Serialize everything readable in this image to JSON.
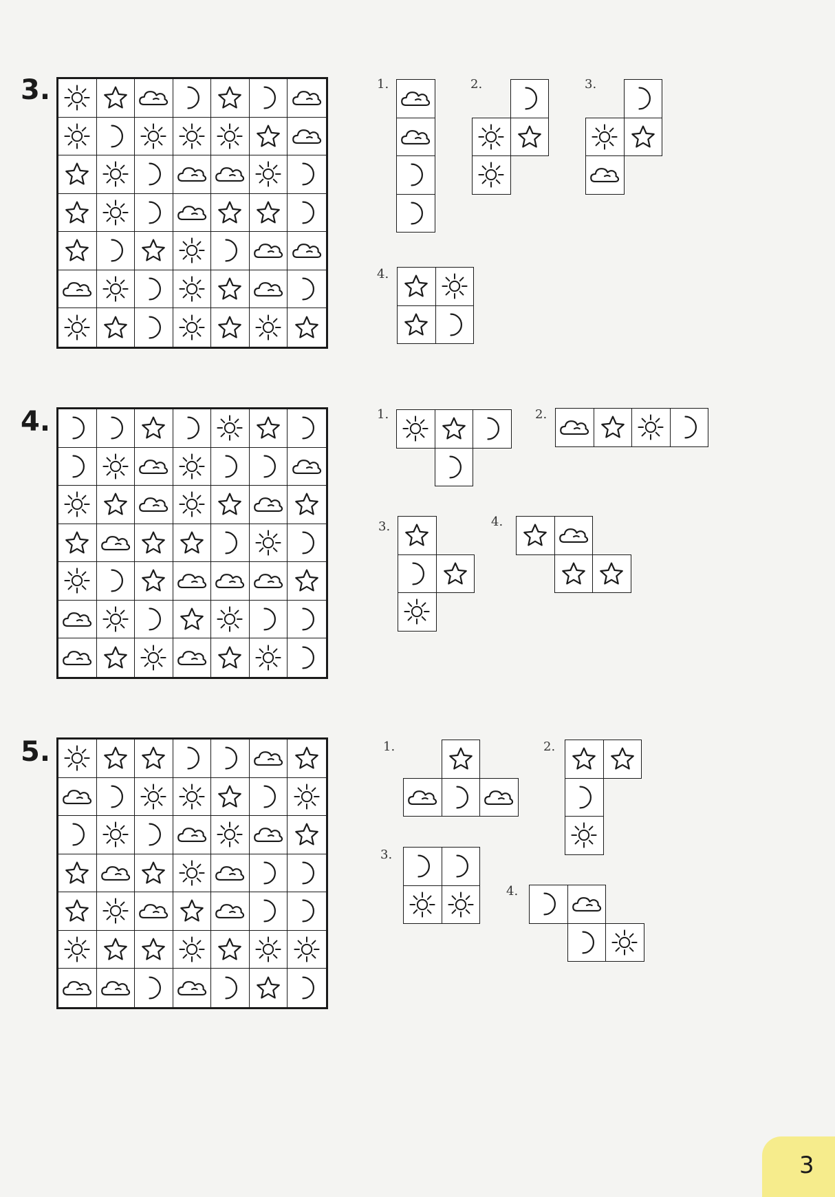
{
  "problems": [
    {
      "number": "3.",
      "grid": [
        [
          "sun",
          "star",
          "cloud",
          "moon",
          "star",
          "moon",
          "cloud"
        ],
        [
          "sun",
          "moon",
          "sun",
          "sun",
          "sun",
          "star",
          "cloud"
        ],
        [
          "star",
          "sun",
          "moon",
          "cloud",
          "cloud",
          "sun",
          "moon"
        ],
        [
          "star",
          "sun",
          "moon",
          "cloud",
          "star",
          "star",
          "moon"
        ],
        [
          "star",
          "moon",
          "star",
          "sun",
          "moon",
          "cloud",
          "cloud"
        ],
        [
          "cloud",
          "sun",
          "moon",
          "sun",
          "star",
          "cloud",
          "moon"
        ],
        [
          "sun",
          "star",
          "moon",
          "sun",
          "star",
          "sun",
          "star"
        ]
      ],
      "pieces": [
        {
          "label": "1.",
          "cells": [
            [
              0,
              0,
              "cloud"
            ],
            [
              1,
              0,
              "cloud"
            ],
            [
              2,
              0,
              "moon"
            ],
            [
              3,
              0,
              "moon"
            ]
          ]
        },
        {
          "label": "2.",
          "cells": [
            [
              0,
              1,
              "moon"
            ],
            [
              1,
              0,
              "sun"
            ],
            [
              1,
              1,
              "star"
            ],
            [
              2,
              0,
              "sun"
            ]
          ]
        },
        {
          "label": "3.",
          "cells": [
            [
              0,
              1,
              "moon"
            ],
            [
              1,
              0,
              "sun"
            ],
            [
              1,
              1,
              "star"
            ],
            [
              2,
              0,
              "cloud"
            ]
          ]
        },
        {
          "label": "4.",
          "cells": [
            [
              0,
              0,
              "star"
            ],
            [
              0,
              1,
              "sun"
            ],
            [
              1,
              0,
              "star"
            ],
            [
              1,
              1,
              "moon"
            ]
          ]
        }
      ]
    },
    {
      "number": "4.",
      "grid": [
        [
          "moon",
          "moon",
          "star",
          "moon",
          "sun",
          "star",
          "moon"
        ],
        [
          "moon",
          "sun",
          "cloud",
          "sun",
          "moon",
          "moon",
          "cloud"
        ],
        [
          "sun",
          "star",
          "cloud",
          "sun",
          "star",
          "cloud",
          "star"
        ],
        [
          "star",
          "cloud",
          "star",
          "star",
          "moon",
          "sun",
          "moon"
        ],
        [
          "sun",
          "moon",
          "star",
          "cloud",
          "cloud",
          "cloud",
          "star"
        ],
        [
          "cloud",
          "sun",
          "moon",
          "star",
          "sun",
          "moon",
          "moon"
        ],
        [
          "cloud",
          "star",
          "sun",
          "cloud",
          "star",
          "sun",
          "moon"
        ]
      ],
      "pieces": [
        {
          "label": "1.",
          "cells": [
            [
              0,
              0,
              "sun"
            ],
            [
              0,
              1,
              "star"
            ],
            [
              0,
              2,
              "moon"
            ],
            [
              1,
              1,
              "moon"
            ]
          ]
        },
        {
          "label": "2.",
          "cells": [
            [
              0,
              0,
              "cloud"
            ],
            [
              0,
              1,
              "star"
            ],
            [
              0,
              2,
              "sun"
            ],
            [
              0,
              3,
              "moon"
            ]
          ]
        },
        {
          "label": "3.",
          "cells": [
            [
              0,
              0,
              "star"
            ],
            [
              1,
              0,
              "moon"
            ],
            [
              1,
              1,
              "star"
            ],
            [
              2,
              0,
              "sun"
            ]
          ]
        },
        {
          "label": "4.",
          "cells": [
            [
              0,
              0,
              "star"
            ],
            [
              0,
              1,
              "cloud"
            ],
            [
              1,
              1,
              "star"
            ],
            [
              1,
              2,
              "star"
            ]
          ]
        }
      ]
    },
    {
      "number": "5.",
      "grid": [
        [
          "sun",
          "star",
          "star",
          "moon",
          "moon",
          "cloud",
          "star"
        ],
        [
          "cloud",
          "moon",
          "sun",
          "sun",
          "star",
          "moon",
          "sun"
        ],
        [
          "moon",
          "sun",
          "moon",
          "cloud",
          "sun",
          "cloud",
          "star"
        ],
        [
          "star",
          "cloud",
          "star",
          "sun",
          "cloud",
          "moon",
          "moon"
        ],
        [
          "star",
          "sun",
          "cloud",
          "star",
          "cloud",
          "moon",
          "moon"
        ],
        [
          "sun",
          "star",
          "star",
          "sun",
          "star",
          "sun",
          "sun"
        ],
        [
          "cloud",
          "cloud",
          "moon",
          "cloud",
          "moon",
          "star",
          "moon"
        ]
      ],
      "pieces": [
        {
          "label": "1.",
          "cells": [
            [
              0,
              1,
              "star"
            ],
            [
              1,
              0,
              "cloud"
            ],
            [
              1,
              1,
              "moon"
            ],
            [
              1,
              2,
              "cloud"
            ]
          ]
        },
        {
          "label": "2.",
          "cells": [
            [
              0,
              0,
              "star"
            ],
            [
              0,
              1,
              "star"
            ],
            [
              1,
              0,
              "moon"
            ],
            [
              2,
              0,
              "sun"
            ]
          ]
        },
        {
          "label": "3.",
          "cells": [
            [
              0,
              0,
              "moon"
            ],
            [
              0,
              1,
              "moon"
            ],
            [
              1,
              0,
              "sun"
            ],
            [
              1,
              1,
              "sun"
            ]
          ]
        },
        {
          "label": "4.",
          "cells": [
            [
              0,
              0,
              "moon"
            ],
            [
              0,
              1,
              "cloud"
            ],
            [
              1,
              1,
              "moon"
            ],
            [
              1,
              2,
              "sun"
            ]
          ]
        }
      ]
    }
  ],
  "page_number": "3"
}
